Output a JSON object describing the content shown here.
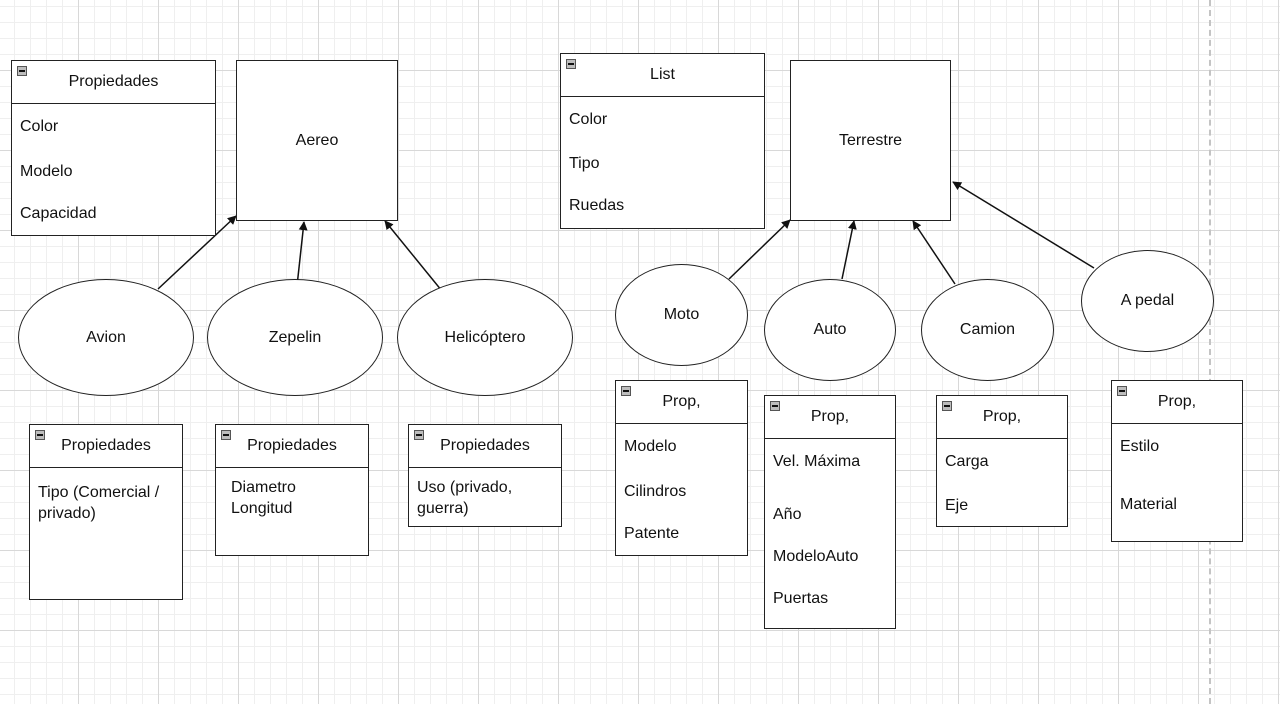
{
  "classes": {
    "aereo": "Aereo",
    "terrestre": "Terrestre"
  },
  "vehicles": {
    "avion": "Avion",
    "zepelin": "Zepelin",
    "helicoptero": "Helicóptero",
    "moto": "Moto",
    "auto": "Auto",
    "camion": "Camion",
    "a_pedal": "A pedal"
  },
  "lists": {
    "aereo_props": {
      "title": "Propiedades",
      "items": [
        "Color",
        "Modelo",
        "Capacidad"
      ]
    },
    "terrestre_props": {
      "title": "List",
      "items": [
        "Color",
        "Tipo",
        "Ruedas"
      ]
    },
    "avion_props": {
      "title": "Propiedades",
      "items": [
        "Tipo (Comercial /\nprivado)"
      ]
    },
    "zepelin_props": {
      "title": "Propiedades",
      "items": [
        "Diametro\nLongitud"
      ]
    },
    "helicoptero_props": {
      "title": "Propiedades",
      "items": [
        "Uso (privado,\nguerra)"
      ]
    },
    "moto_props": {
      "title": "Prop,",
      "items": [
        "Modelo",
        "Cilindros",
        "Patente"
      ]
    },
    "auto_props": {
      "title": "Prop,",
      "items": [
        "Vel. Máxima",
        "Año",
        "ModeloAuto",
        "Puertas"
      ]
    },
    "camion_props": {
      "title": "Prop,",
      "items": [
        "Carga",
        "Eje"
      ]
    },
    "a_pedal_props": {
      "title": "Prop,",
      "items": [
        "Estilo",
        "Material"
      ]
    }
  },
  "relations": [
    {
      "from": "Avion",
      "to": "Aereo"
    },
    {
      "from": "Zepelin",
      "to": "Aereo"
    },
    {
      "from": "Helicóptero",
      "to": "Aereo"
    },
    {
      "from": "Moto",
      "to": "Terrestre"
    },
    {
      "from": "Auto",
      "to": "Terrestre"
    },
    {
      "from": "Camion",
      "to": "Terrestre"
    },
    {
      "from": "A pedal",
      "to": "Terrestre"
    }
  ]
}
